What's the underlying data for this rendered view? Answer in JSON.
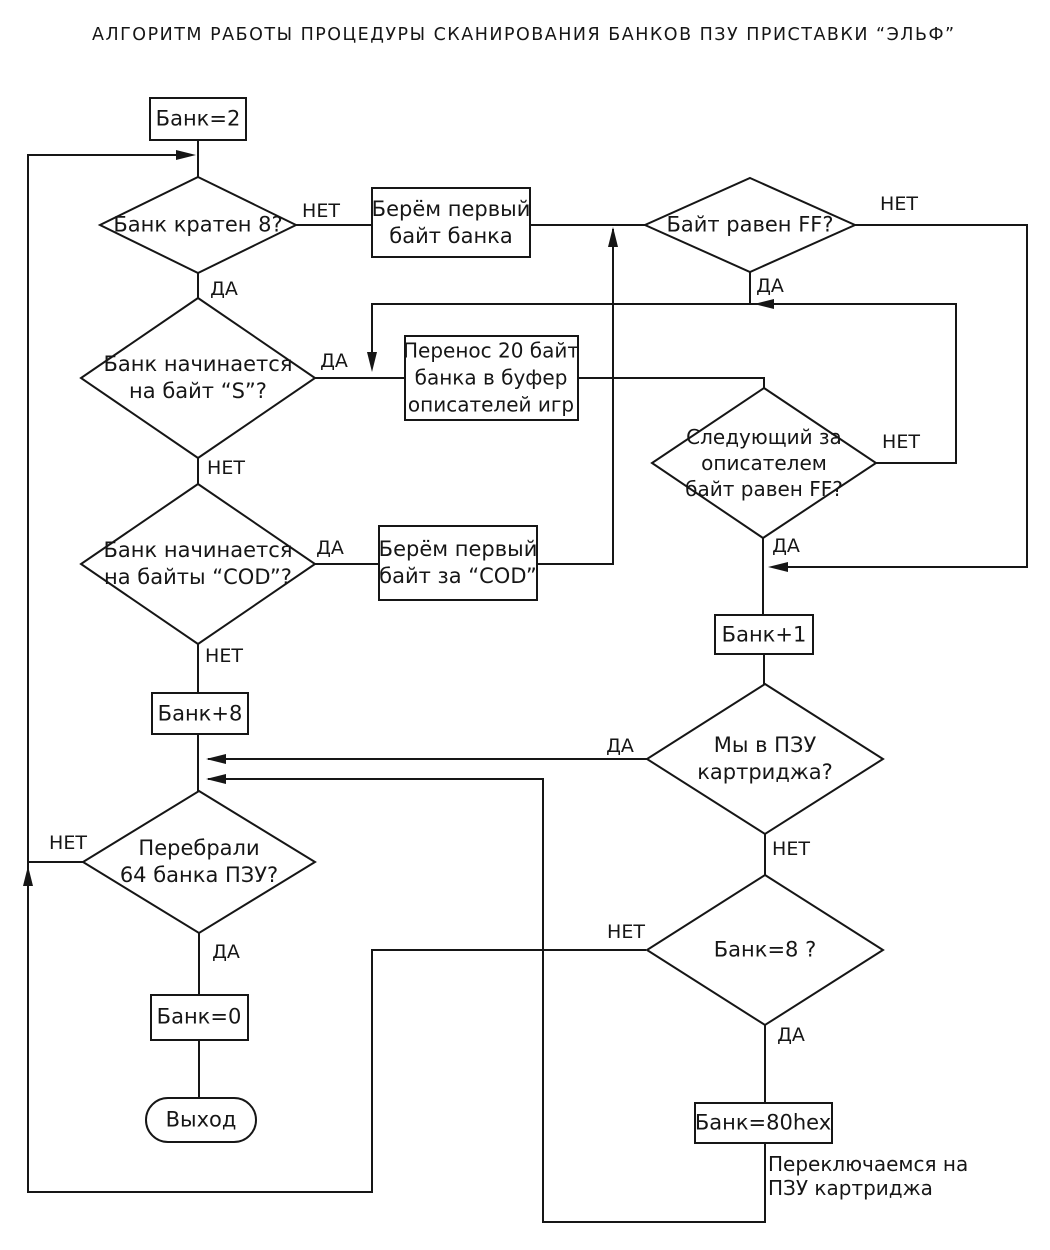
{
  "title": "АЛГОРИТМ РАБОТЫ ПРОЦЕДУРЫ СКАНИРОВАНИЯ БАНКОВ ПЗУ ПРИСТАВКИ “ЭЛЬФ”",
  "colors": {
    "line": "#161616",
    "background": "#ffffff"
  },
  "edge_labels": {
    "yes": "ДА",
    "no": "НЕТ"
  },
  "nodes": {
    "start": "Банк=2",
    "check_multiple8": "Банк кратен 8?",
    "take_first_byte": "Берём первый\nбайт банка",
    "check_byte_ff": "Байт равен FF?",
    "check_starts_s": "Банк начинается\nна байт “S”?",
    "copy_descriptor": "Перенос 20 байт\nбанка в буфер\nописателей игр",
    "check_next_ff": "Следующий за\nописателем\nбайт равен FF?",
    "check_starts_cod": "Банк начинается\nна байты “COD”?",
    "take_byte_after_cod": "Берём первый\nбайт за “COD”",
    "bank_plus1": "Банк+1",
    "bank_plus8": "Банк+8",
    "check_in_cartridge": "Мы в ПЗУ\nкартриджа?",
    "check_all64": "Перебрали\n64 банка ПЗУ?",
    "check_bank8": "Банк=8 ?",
    "bank_zero": "Банк=0",
    "bank_80hex": "Банк=80hex",
    "exit": "Выход"
  },
  "annotation": "Переключаемся на\nПЗУ картриджа"
}
